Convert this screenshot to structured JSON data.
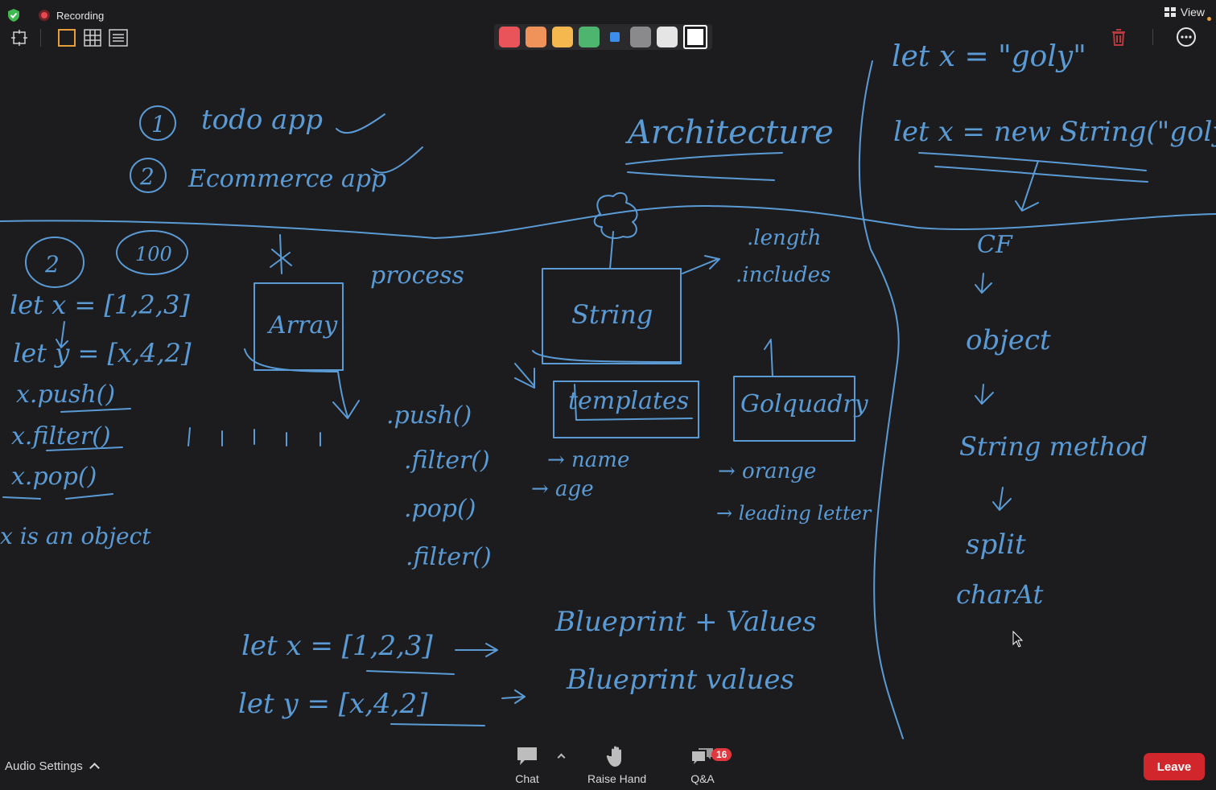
{
  "status": {
    "recording_label": "Recording"
  },
  "header": {
    "view_label": "View"
  },
  "palette": {
    "colors": [
      "#e9545b",
      "#f0935a",
      "#f5b84e",
      "#4db56d",
      "#3d8eea",
      "#8a8a8c",
      "#e5e5e5",
      "#ffffff"
    ],
    "selected": "#ffffff"
  },
  "whiteboard": {
    "lines": {
      "t1": "1",
      "t2": "todo app",
      "t3": "2",
      "t4": "Ecommerce app",
      "t5": "Architecture",
      "t6": "let x = \"goly\"",
      "t7": "let x = new String(\"goly\")",
      "t8": "2",
      "t9": "100",
      "t10": "let x = [1,2,3]",
      "t11": "let y = [x,4,2]",
      "t12": "x.push()",
      "t13": "x.filter()",
      "t14": "x.pop()",
      "t15": "x is an object",
      "t16": "Array",
      "t17": "process",
      "t18": ".push()",
      "t19": ".filter()",
      "t20": ".pop()",
      "t21": ".filter()",
      "t22": "String",
      "t23": ".length",
      "t24": ".includes",
      "t25": "templates",
      "t26": "Golquadry",
      "t27": "→ name",
      "t28": "→ age",
      "t29": "→ orange",
      "t30": "→ leading letter",
      "t31": "CF",
      "t32": "object",
      "t33": "String method",
      "t34": "split",
      "t35": "charAt",
      "t36": "let x = [1,2,3]",
      "t37": "let y = [x,4,2]",
      "t38": "Blueprint + Values",
      "t39": "Blueprint values"
    }
  },
  "bottom": {
    "audio_label": "Audio Settings",
    "chat_label": "Chat",
    "raise_hand_label": "Raise Hand",
    "qa_label": "Q&A",
    "qa_badge": "16",
    "leave_label": "Leave"
  }
}
